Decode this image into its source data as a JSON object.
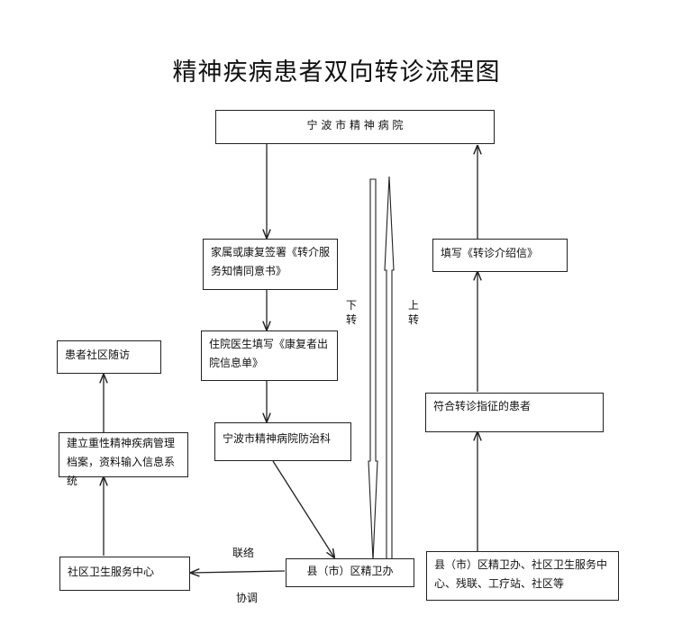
{
  "title": "精神疾病患者双向转诊流程图",
  "nodes": {
    "ningbo_hospital": "宁 波 市 精 神 病 院",
    "consent": "家属或康复签署《转介服务知情同意书》",
    "info_sheet": "住院医生填写《康复者出院信息单》",
    "prevention_dept": "宁波市精神病院防治科",
    "county_office": "县（市）区精卫办",
    "community_center": "社区卫生服务中心",
    "archive": "建立重性精神疾病管理档案，资料输入信息系统",
    "followup": "患者社区随访",
    "referral_letter": "填写《转诊介绍信》",
    "eligible_patients": "符合转诊指征的患者",
    "sources": "县（市）区精卫办、社区卫生服务中心、残联、工疗站、社区等"
  },
  "labels": {
    "down_1": "下",
    "down_2": "转",
    "up_1": "上",
    "up_2": "转",
    "liaison": "联络",
    "coordinate": "协调"
  },
  "colors": {
    "line": "#222222"
  }
}
